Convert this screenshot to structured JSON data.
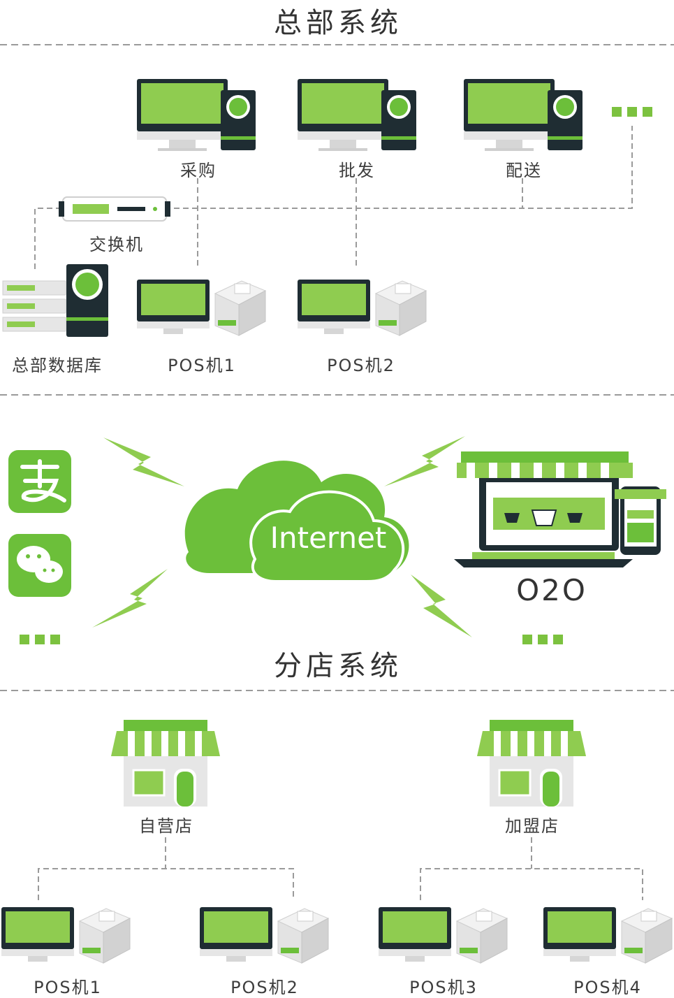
{
  "colors": {
    "green": "#6cbf3a",
    "green_light": "#8fcc50",
    "dark": "#1f2d33",
    "dash": "#9a9a9a",
    "grey": "#e4e4e4"
  },
  "headquarters": {
    "title": "总部系统",
    "departments": [
      "采购",
      "批发",
      "配送"
    ],
    "switch_label": "交换机",
    "database_label": "总部数据库",
    "pos": [
      "POS机1",
      "POS机2"
    ]
  },
  "internet": {
    "cloud_label": "Internet",
    "o2o_label": "O2O",
    "payment_icons": [
      "alipay-icon",
      "wechat-icon"
    ]
  },
  "branch": {
    "title": "分店系统",
    "stores": [
      {
        "label": "自营店",
        "pos": [
          "POS机1",
          "POS机2"
        ]
      },
      {
        "label": "加盟店",
        "pos": [
          "POS机3",
          "POS机4"
        ]
      }
    ]
  }
}
